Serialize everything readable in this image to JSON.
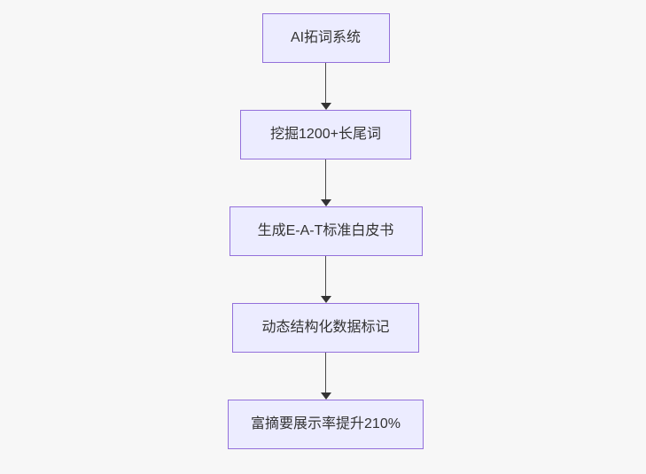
{
  "page": {
    "background_color": "#f7f7f7"
  },
  "chart_data": {
    "type": "flowchart",
    "direction": "top-down",
    "nodes": [
      {
        "id": "A",
        "label": "AI拓词系统"
      },
      {
        "id": "B",
        "label": "挖掘1200+长尾词"
      },
      {
        "id": "C",
        "label": "生成E-A-T标准白皮书"
      },
      {
        "id": "D",
        "label": "动态结构化数据标记"
      },
      {
        "id": "E",
        "label": "富摘要展示率提升210%"
      }
    ],
    "edges": [
      {
        "from": "A",
        "to": "B"
      },
      {
        "from": "B",
        "to": "C"
      },
      {
        "from": "C",
        "to": "D"
      },
      {
        "from": "D",
        "to": "E"
      }
    ],
    "style": {
      "node_fill": "#ECECFF",
      "node_border": "#9370DB",
      "edge_color": "#4a4a4a",
      "arrowhead_color": "#333333",
      "text_color": "#333333"
    }
  }
}
